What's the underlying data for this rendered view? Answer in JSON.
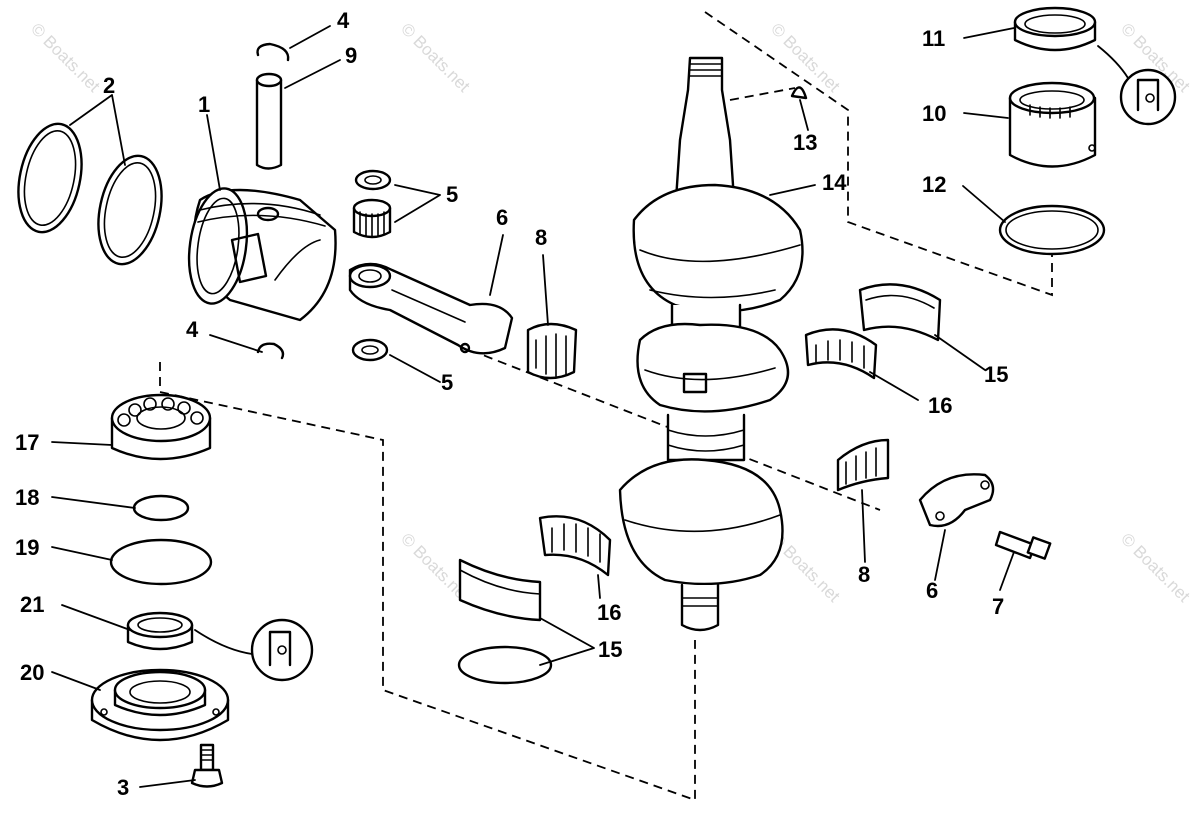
{
  "watermark": "© Boats.net",
  "callouts": {
    "c1": "1",
    "c2": "2",
    "c3": "3",
    "c4a": "4",
    "c4b": "4",
    "c5a": "5",
    "c5b": "5",
    "c6a": "6",
    "c6b": "6",
    "c7": "7",
    "c8a": "8",
    "c8b": "8",
    "c9": "9",
    "c10": "10",
    "c11": "11",
    "c12": "12",
    "c13": "13",
    "c14": "14",
    "c15a": "15",
    "c15b": "15",
    "c16a": "16",
    "c16b": "16",
    "c17": "17",
    "c18": "18",
    "c19": "19",
    "c20": "20",
    "c21": "21"
  },
  "parts": [
    "piston",
    "piston-rings",
    "screw",
    "retaining-ring",
    "needle-bearing-wrist-pin",
    "connecting-rod",
    "rod-screw",
    "bearing-retainer",
    "wrist-pin",
    "needle-bearing",
    "seal",
    "o-ring",
    "key",
    "crankshaft",
    "liner",
    "bearing-half",
    "ball-bearing",
    "retaining-ring-lower",
    "o-ring-lower",
    "bearing-housing",
    "seal-lower"
  ]
}
